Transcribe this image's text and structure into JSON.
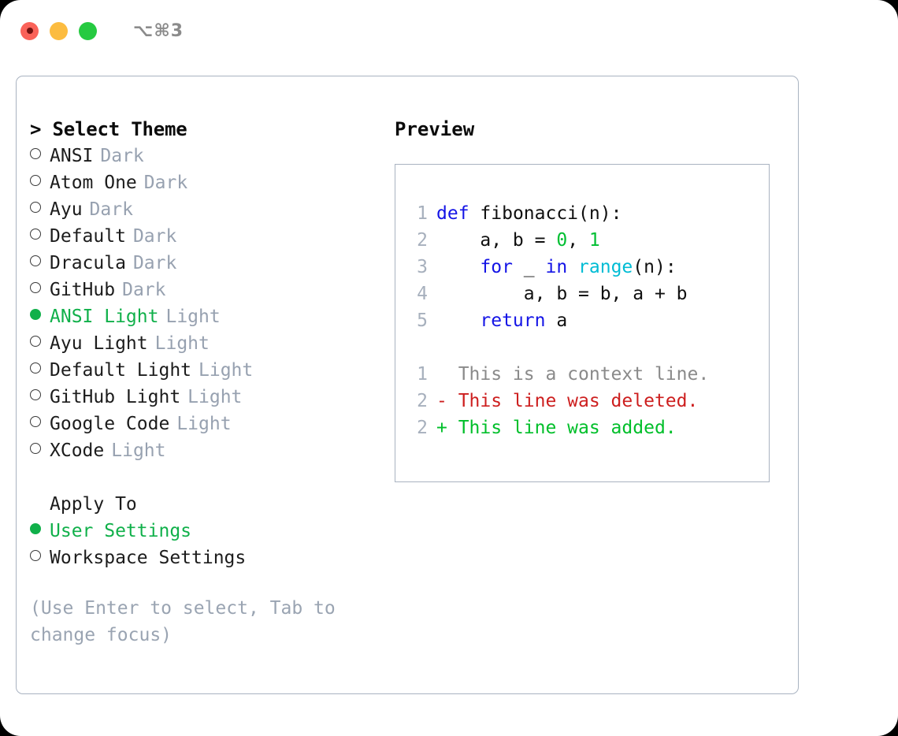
{
  "titlebar": {
    "shortcut": "⌥⌘3",
    "lights": [
      {
        "name": "close-button",
        "color": "#fa6259",
        "recording": true
      },
      {
        "name": "minimize-button",
        "color": "#fcbc40",
        "recording": false
      },
      {
        "name": "maximize-button",
        "color": "#26ca41",
        "recording": false
      }
    ]
  },
  "theme_section": {
    "title": "> Select Theme",
    "options": [
      {
        "name": "ANSI",
        "kind": "Dark",
        "selected": false
      },
      {
        "name": "Atom One",
        "kind": "Dark",
        "selected": false
      },
      {
        "name": "Ayu",
        "kind": "Dark",
        "selected": false
      },
      {
        "name": "Default",
        "kind": "Dark",
        "selected": false
      },
      {
        "name": "Dracula",
        "kind": "Dark",
        "selected": false
      },
      {
        "name": "GitHub",
        "kind": "Dark",
        "selected": false
      },
      {
        "name": "ANSI Light",
        "kind": "Light",
        "selected": true
      },
      {
        "name": "Ayu Light",
        "kind": "Light",
        "selected": false
      },
      {
        "name": "Default Light",
        "kind": "Light",
        "selected": false
      },
      {
        "name": "GitHub Light",
        "kind": "Light",
        "selected": false
      },
      {
        "name": "Google Code",
        "kind": "Light",
        "selected": false
      },
      {
        "name": "XCode",
        "kind": "Light",
        "selected": false
      }
    ]
  },
  "apply_section": {
    "title": "Apply To",
    "options": [
      {
        "name": "User Settings",
        "selected": true
      },
      {
        "name": "Workspace Settings",
        "selected": false
      }
    ]
  },
  "hint": "(Use Enter to select, Tab to change focus)",
  "preview": {
    "heading": "Preview",
    "code_lines": [
      {
        "no": "1",
        "tokens": [
          {
            "t": "def",
            "c": "kw"
          },
          {
            "t": " ",
            "c": "txt"
          },
          {
            "t": "fibonacci(n):",
            "c": "txt"
          }
        ]
      },
      {
        "no": "2",
        "tokens": [
          {
            "t": "    a, b = ",
            "c": "txt"
          },
          {
            "t": "0",
            "c": "num"
          },
          {
            "t": ", ",
            "c": "txt"
          },
          {
            "t": "1",
            "c": "num"
          }
        ]
      },
      {
        "no": "3",
        "tokens": [
          {
            "t": "    ",
            "c": "txt"
          },
          {
            "t": "for",
            "c": "kw"
          },
          {
            "t": " _ ",
            "c": "txt"
          },
          {
            "t": "in",
            "c": "kw"
          },
          {
            "t": " ",
            "c": "txt"
          },
          {
            "t": "range",
            "c": "fn"
          },
          {
            "t": "(n):",
            "c": "txt"
          }
        ]
      },
      {
        "no": "4",
        "tokens": [
          {
            "t": "        a, b = b, a + b",
            "c": "txt"
          }
        ]
      },
      {
        "no": "5",
        "tokens": [
          {
            "t": "    ",
            "c": "txt"
          },
          {
            "t": "return",
            "c": "kw"
          },
          {
            "t": " a",
            "c": "txt"
          }
        ]
      }
    ],
    "diff_lines": [
      {
        "no": "1",
        "text": "  This is a context line.",
        "kind": "ctx"
      },
      {
        "no": "2",
        "text": "- This line was deleted.",
        "kind": "del"
      },
      {
        "no": "2",
        "text": "+ This line was added.",
        "kind": "add"
      }
    ]
  },
  "colors": {
    "accent_green": "#10b04a",
    "muted": "#97a1b0",
    "border": "#a9b3c1",
    "keyword": "#1414e6",
    "function": "#00bcd4",
    "number": "#00bf32",
    "diff_delete": "#cd1f1f",
    "diff_add": "#00bf2a"
  }
}
